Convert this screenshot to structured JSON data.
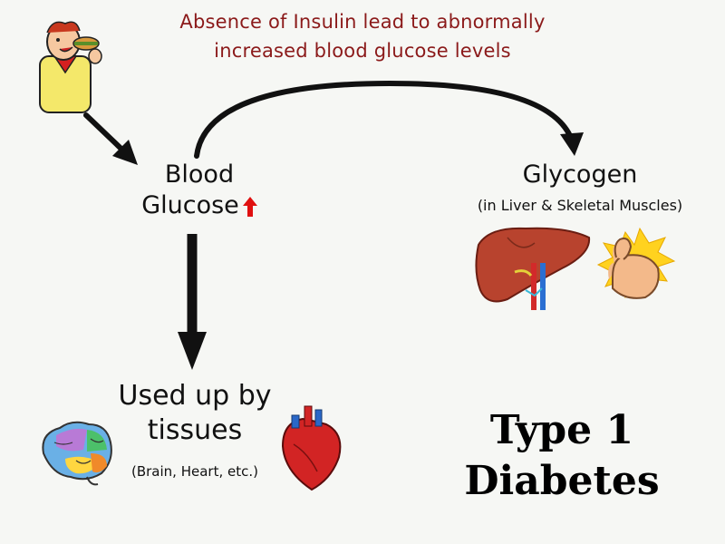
{
  "title": {
    "line1": "Absence of Insulin lead to abnormally",
    "line2": "increased blood glucose levels"
  },
  "nodes": {
    "blood_glucose": {
      "line1": "Blood",
      "line2": "Glucose"
    },
    "glycogen": {
      "label": "Glycogen",
      "sublabel": "(in Liver & Skeletal Muscles)"
    },
    "tissues": {
      "line1": "Used up by",
      "line2": "tissues",
      "sublabel": "(Brain, Heart, etc.)"
    }
  },
  "badge": {
    "line1": "Type 1",
    "line2": "Diabetes"
  },
  "colors": {
    "title": "#8b1a1a",
    "arrow": "#111111",
    "increase_indicator": "#e01010"
  },
  "icons": [
    "person-eating-icon",
    "liver-icon",
    "flexed-arm-icon",
    "brain-icon",
    "heart-icon",
    "increase-arrow-icon"
  ]
}
